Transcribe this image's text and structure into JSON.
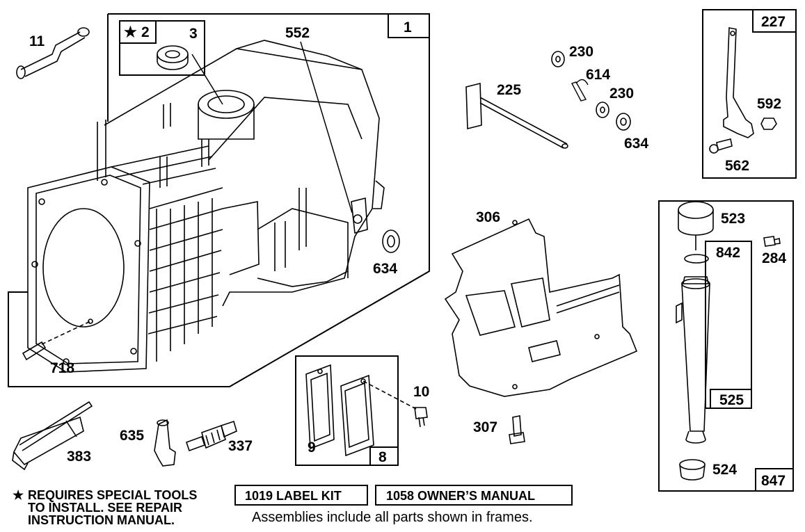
{
  "frames": {
    "f1": "1",
    "f2": "2",
    "f227": "227",
    "f847": "847",
    "f525": "525",
    "f8": "8"
  },
  "callouts": {
    "c11": "11",
    "c3": "3",
    "c552": "552",
    "c230a": "230",
    "c614": "614",
    "c230b": "230",
    "c225": "225",
    "c634a": "634",
    "c592": "592",
    "c562": "562",
    "c306": "306",
    "c523": "523",
    "c842": "842",
    "c284": "284",
    "c634b": "634",
    "c718": "718",
    "c10": "10",
    "c9": "9",
    "c307": "307",
    "c635": "635",
    "c337": "337",
    "c383": "383",
    "c524": "524"
  },
  "footer": {
    "star": "★",
    "note_line1": "REQUIRES SPECIAL TOOLS",
    "note_line2": "TO INSTALL.  SEE REPAIR",
    "note_line3": "INSTRUCTION MANUAL.",
    "label_kit": "1019 LABEL KIT",
    "owners_manual": "1058 OWNER’S MANUAL",
    "assemblies_note": "Assemblies include all parts shown in frames."
  },
  "icons": {
    "star": "star-icon"
  }
}
